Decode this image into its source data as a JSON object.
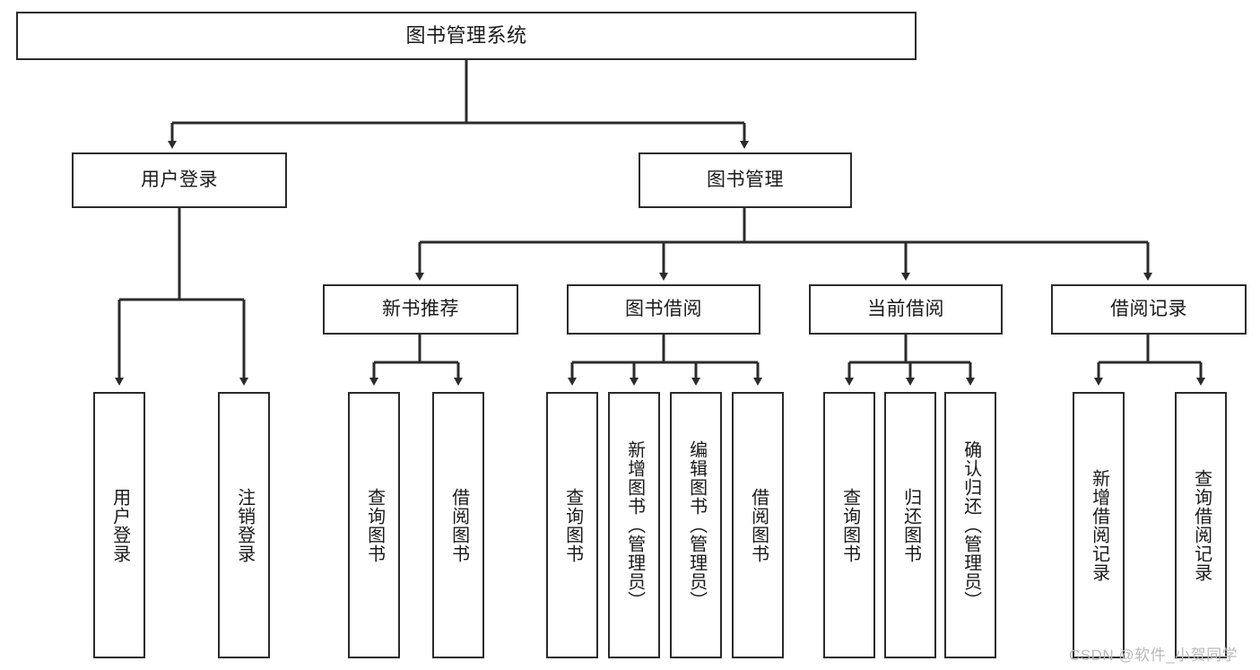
{
  "diagram": {
    "title_node": {
      "label": "图书管理系统"
    },
    "level2": [
      {
        "id": "user-login",
        "label": "用户登录"
      },
      {
        "id": "book-manage",
        "label": "图书管理"
      }
    ],
    "level3": [
      {
        "id": "new-book-recommend",
        "label": "新书推荐"
      },
      {
        "id": "book-borrow",
        "label": "图书借阅"
      },
      {
        "id": "current-borrow",
        "label": "当前借阅"
      },
      {
        "id": "borrow-record",
        "label": "借阅记录"
      }
    ],
    "leaves": [
      {
        "id": "leaf-user-login",
        "label": "用户登录",
        "parent": "user-login"
      },
      {
        "id": "leaf-logout-login",
        "label": "注销登录",
        "parent": "user-login"
      },
      {
        "id": "leaf-query-book-1",
        "label": "查询图书",
        "parent": "new-book-recommend"
      },
      {
        "id": "leaf-borrow-book-1",
        "label": "借阅图书",
        "parent": "new-book-recommend"
      },
      {
        "id": "leaf-query-book-2",
        "label": "查询图书",
        "parent": "book-borrow"
      },
      {
        "id": "leaf-add-book",
        "label": "新增图书（管理员）",
        "parent": "book-borrow"
      },
      {
        "id": "leaf-edit-book",
        "label": "编辑图书（管理员）",
        "parent": "book-borrow"
      },
      {
        "id": "leaf-borrow-book-2",
        "label": "借阅图书",
        "parent": "book-borrow"
      },
      {
        "id": "leaf-query-book-3",
        "label": "查询图书",
        "parent": "current-borrow"
      },
      {
        "id": "leaf-return-book",
        "label": "归还图书",
        "parent": "current-borrow"
      },
      {
        "id": "leaf-confirm-return",
        "label": "确认归还（管理员）",
        "parent": "current-borrow"
      },
      {
        "id": "leaf-add-record",
        "label": "新增借阅记录",
        "parent": "borrow-record"
      },
      {
        "id": "leaf-query-record",
        "label": "查询借阅记录",
        "parent": "borrow-record"
      }
    ],
    "watermark": "CSDN @软件_小贺同学",
    "colors": {
      "stroke": "#2b2b2b",
      "fill": "#ffffff",
      "text": "#1a1a1a",
      "watermark": "#b9b9b9"
    }
  }
}
